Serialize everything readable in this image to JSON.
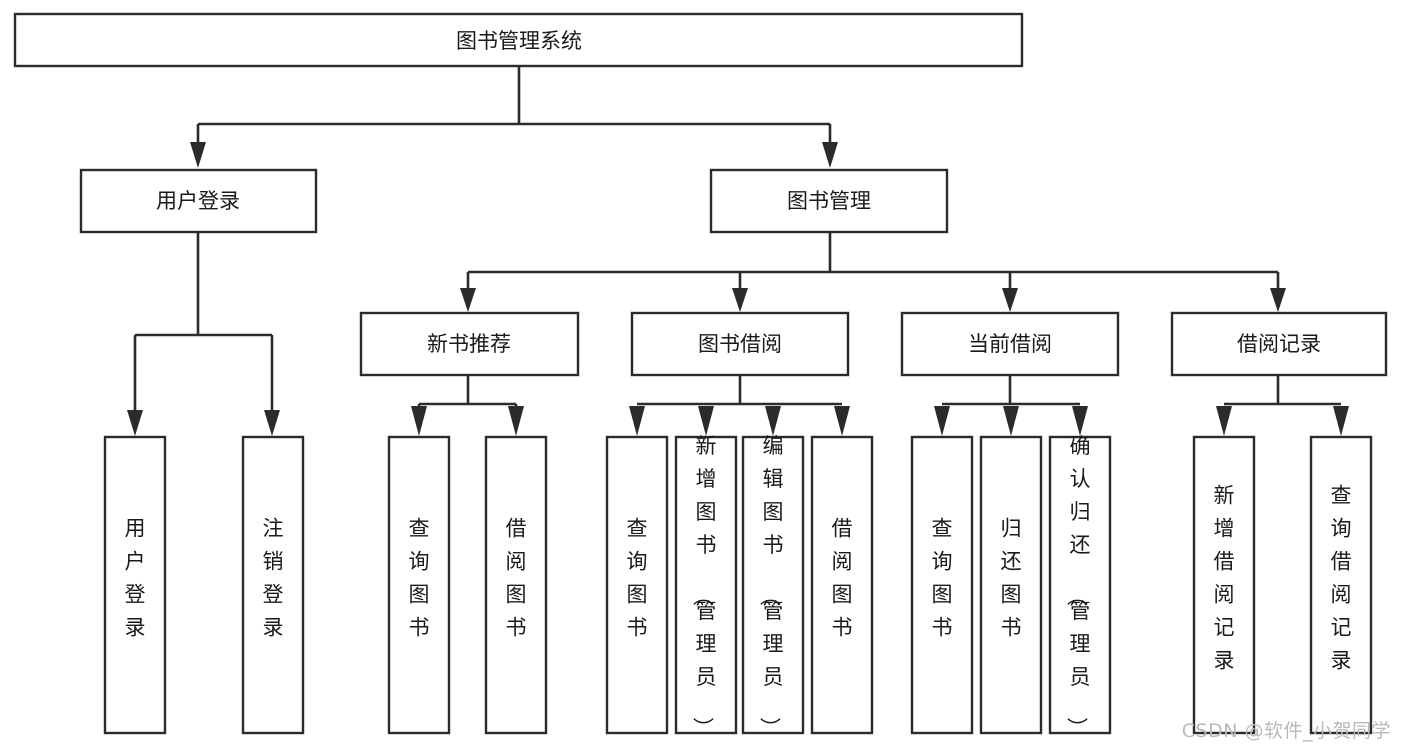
{
  "diagram": {
    "type": "tree-hierarchy",
    "title": "图书管理系统",
    "watermark": "CSDN @软件_小贺同学",
    "colors": {
      "box_stroke": "#2b2b2b",
      "box_fill": "#ffffff",
      "connector": "#2b2b2b",
      "text": "#1a1a1a",
      "watermark": "#b9b9b9",
      "background": "#ffffff"
    },
    "levels": {
      "root": {
        "label": "图书管理系统"
      },
      "level2": [
        {
          "label": "用户登录"
        },
        {
          "label": "图书管理"
        }
      ],
      "level3": [
        {
          "label": "新书推荐"
        },
        {
          "label": "图书借阅"
        },
        {
          "label": "当前借阅"
        },
        {
          "label": "借阅记录"
        }
      ],
      "leaves": {
        "user_login": [
          {
            "label": "用户登录"
          },
          {
            "label": "注销登录"
          }
        ],
        "new_book_recommend": [
          {
            "label": "查询图书"
          },
          {
            "label": "借阅图书"
          }
        ],
        "book_borrow": [
          {
            "label": "查询图书"
          },
          {
            "label": "新增图书（管理员）"
          },
          {
            "label": "编辑图书（管理员）"
          },
          {
            "label": "借阅图书"
          }
        ],
        "current_borrow": [
          {
            "label": "查询图书"
          },
          {
            "label": "归还图书"
          },
          {
            "label": "确认归还（管理员）"
          }
        ],
        "borrow_record": [
          {
            "label": "新增借阅记录"
          },
          {
            "label": "查询借阅记录"
          }
        ]
      }
    }
  }
}
